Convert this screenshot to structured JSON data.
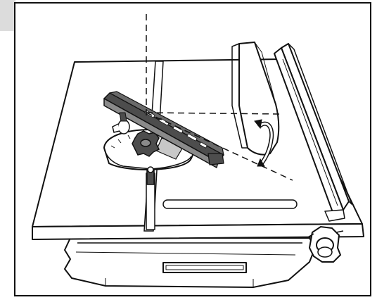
{
  "figure": {
    "subject": "table-saw",
    "parts": [
      "saw-table",
      "miter-gauge",
      "miter-fence",
      "protractor-scale",
      "locking-knob",
      "blade-guard",
      "rip-fence",
      "fence-lock-handle",
      "saw-base",
      "miter-slot",
      "tilt-arrow",
      "reference-lines"
    ]
  },
  "colors": {
    "outline": "#111111",
    "fence_dark": "#4d4d4d",
    "fence_side": "#8a8a8a",
    "scale_gray": "#c8c8c8",
    "side_tab": "#dcdcdc",
    "background": "#ffffff"
  }
}
